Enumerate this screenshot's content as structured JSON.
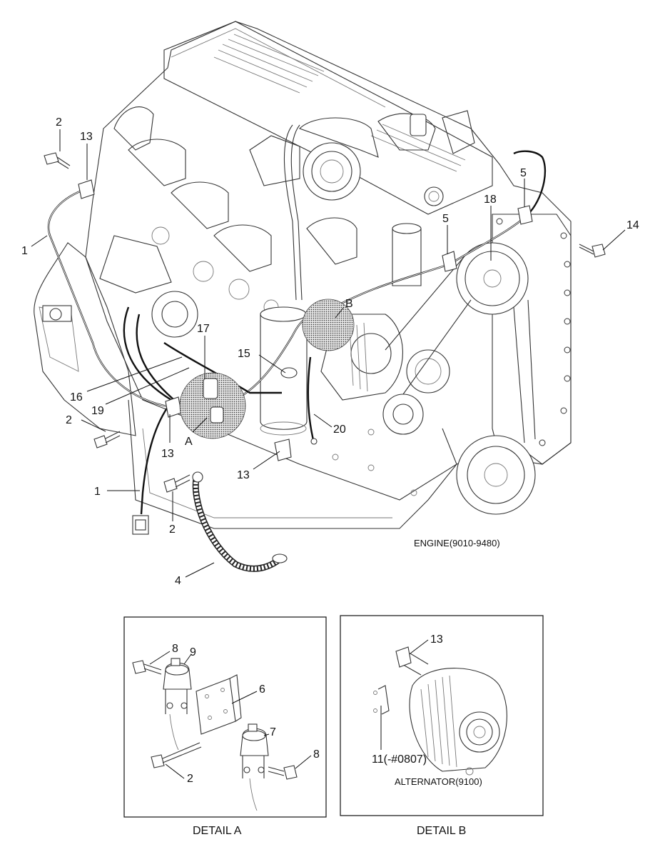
{
  "engine_caption": "ENGINE(9010-9480)",
  "part_labels": [
    {
      "id": "p2a",
      "text": "2"
    },
    {
      "id": "p13a",
      "text": "13"
    },
    {
      "id": "p1a",
      "text": "1"
    },
    {
      "id": "p5a",
      "text": "5"
    },
    {
      "id": "p5b",
      "text": "5"
    },
    {
      "id": "p18",
      "text": "18"
    },
    {
      "id": "p14",
      "text": "14"
    },
    {
      "id": "pB",
      "text": "B"
    },
    {
      "id": "p17",
      "text": "17"
    },
    {
      "id": "p15",
      "text": "15"
    },
    {
      "id": "p16",
      "text": "16"
    },
    {
      "id": "p19",
      "text": "19"
    },
    {
      "id": "p2b",
      "text": "2"
    },
    {
      "id": "pA",
      "text": "A"
    },
    {
      "id": "p13b",
      "text": "13"
    },
    {
      "id": "p20",
      "text": "20"
    },
    {
      "id": "p13c",
      "text": "13"
    },
    {
      "id": "p1b",
      "text": "1"
    },
    {
      "id": "p2c",
      "text": "2"
    },
    {
      "id": "p4",
      "text": "4"
    }
  ],
  "detail_a": {
    "title": "DETAIL A",
    "labels": [
      {
        "id": "a8a",
        "text": "8"
      },
      {
        "id": "a9",
        "text": "9"
      },
      {
        "id": "a6",
        "text": "6"
      },
      {
        "id": "a7",
        "text": "7"
      },
      {
        "id": "a8b",
        "text": "8"
      },
      {
        "id": "a2",
        "text": "2"
      }
    ]
  },
  "detail_b": {
    "title": "DETAIL B",
    "caption": "ALTERNATOR(9100)",
    "labels": [
      {
        "id": "b13",
        "text": "13"
      },
      {
        "id": "b11",
        "text": "11(-#0807)"
      }
    ]
  }
}
